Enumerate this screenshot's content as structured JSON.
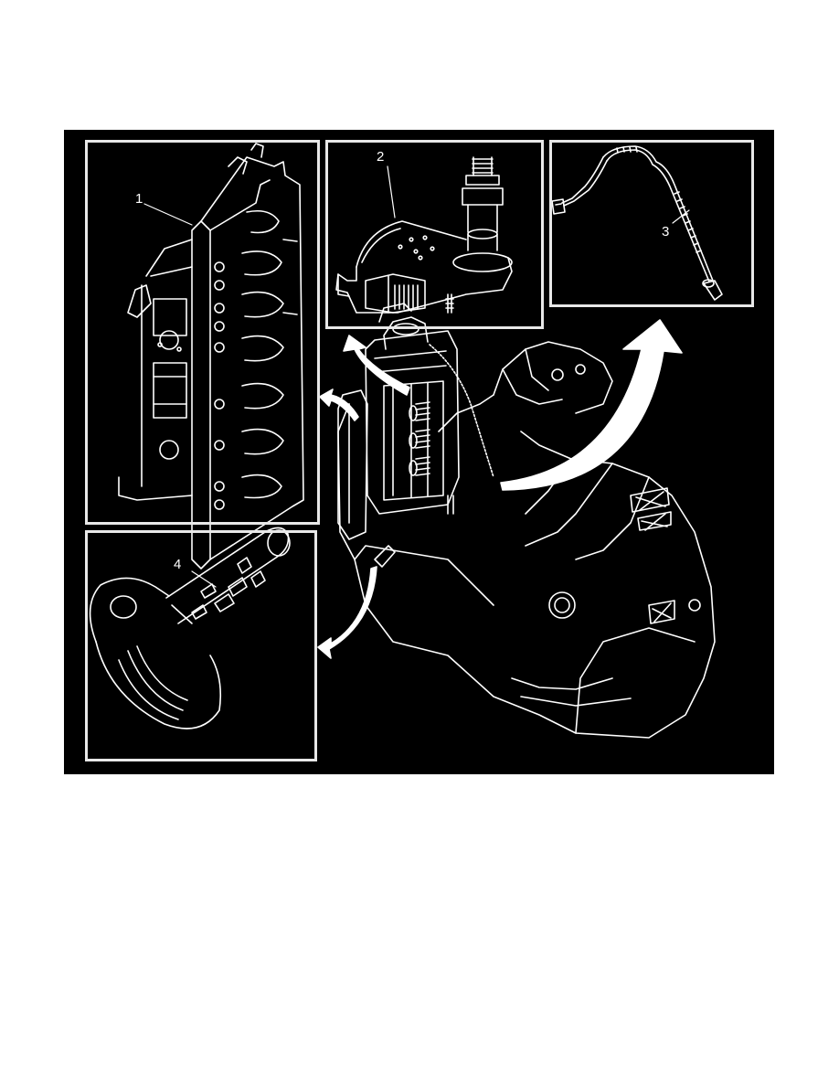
{
  "figure": {
    "background_color": "#000000",
    "line_color": "#ffffff",
    "subject": "Transmission assembly with control valve body components removed",
    "insets": [
      {
        "id": "1",
        "label": "1",
        "component": "control-valve-body"
      },
      {
        "id": "2",
        "label": "2",
        "component": "range-selector-switch"
      },
      {
        "id": "3",
        "label": "3",
        "component": "speed-sensor-harness"
      },
      {
        "id": "4",
        "label": "4",
        "component": "solenoid-valve"
      }
    ],
    "arrows": [
      {
        "from": "main-assembly",
        "to": "inset-1"
      },
      {
        "from": "main-assembly",
        "to": "inset-2"
      },
      {
        "from": "main-assembly",
        "to": "inset-3"
      },
      {
        "from": "main-assembly",
        "to": "inset-4"
      }
    ]
  }
}
